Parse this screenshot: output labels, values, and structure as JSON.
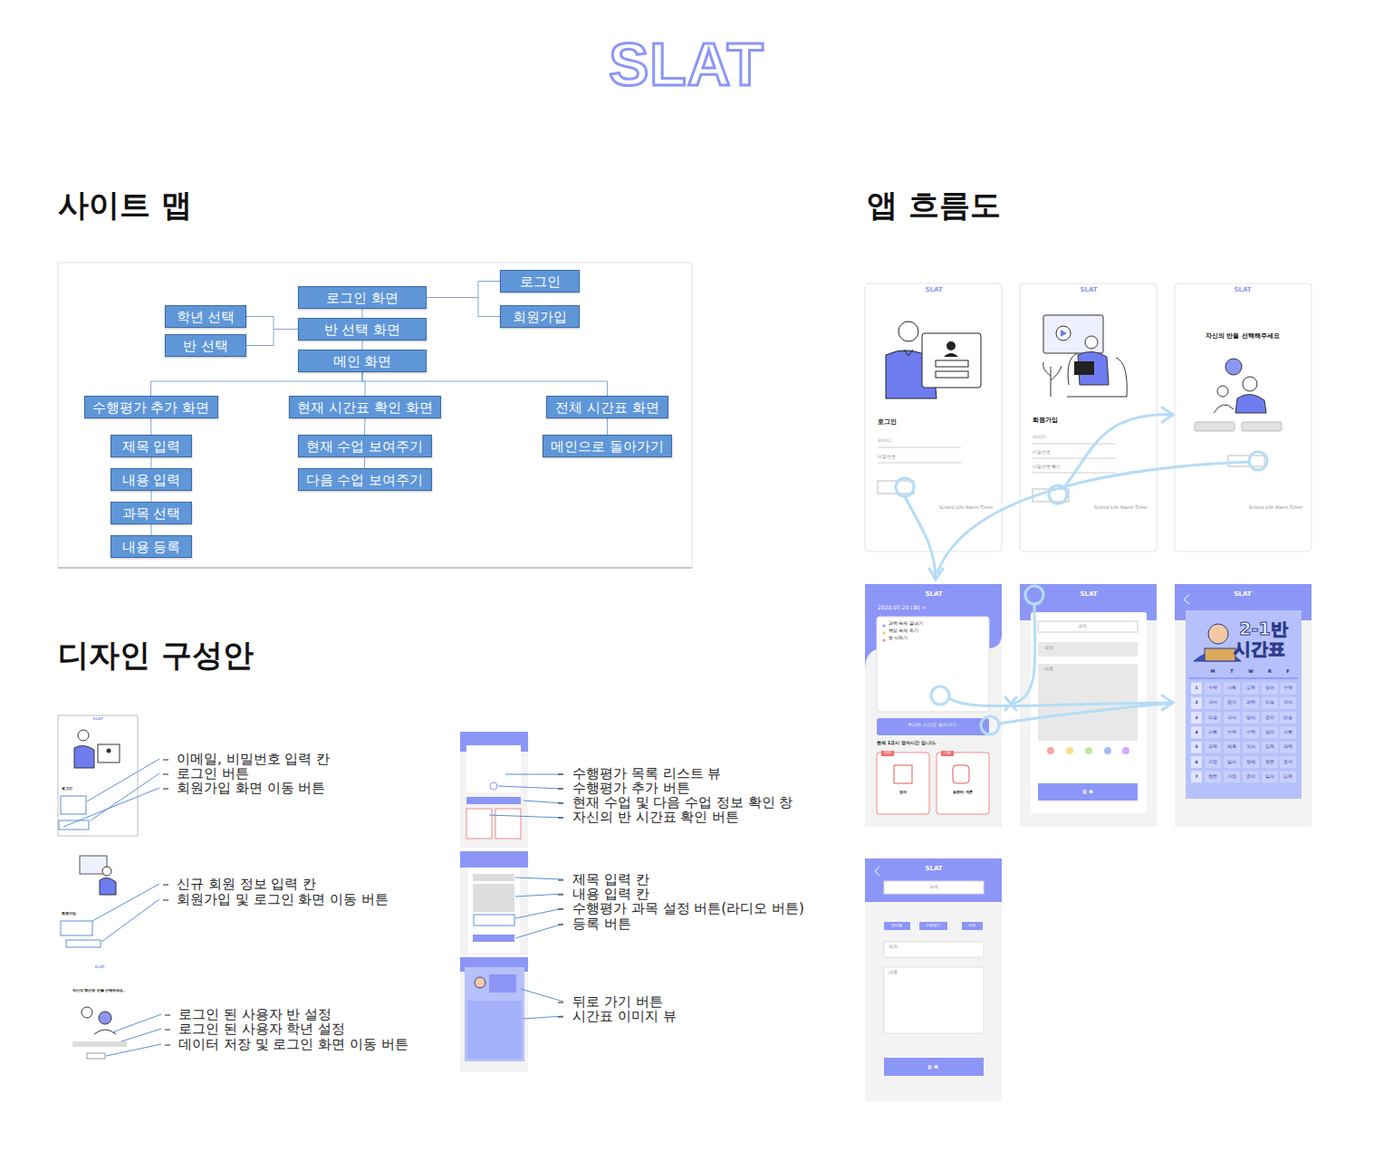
{
  "diagram": {
    "title": "SLAT",
    "nodes": [
      {
        "text": [
          "로그인 화면"
        ]
      },
      {
        "text": [
          "로그인"
        ]
      },
      {
        "text": [
          "회원가입"
        ]
      },
      {
        "text": [
          "학년 선택"
        ]
      },
      {
        "text": [
          "반 선택 화면"
        ]
      },
      {
        "text": [
          "반 선택"
        ]
      },
      {
        "text": [
          "메인 화면"
        ]
      },
      {
        "text": [
          "수행평가 추가 화면"
        ]
      },
      {
        "text": [
          "현재 시간표 확인 화면"
        ]
      },
      {
        "text": [
          "전체 시간표 화면"
        ]
      },
      {
        "text": [
          "제목 입력"
        ]
      },
      {
        "text": [
          "내용 입력"
        ]
      },
      {
        "text": [
          "과목 선택"
        ]
      },
      {
        "text": [
          "내용 등록"
        ]
      },
      {
        "text": [
          "현재 수업 보여주기"
        ]
      },
      {
        "text": [
          "다음 수업 보여주기"
        ]
      },
      {
        "text": [
          "메인으로 돌아가기"
        ]
      }
    ],
    "edges": [
      {
        "from": 0,
        "to": 1,
        "arrow": "none"
      },
      {
        "from": 0,
        "to": 2,
        "arrow": "none"
      },
      {
        "from": 3,
        "to": 4,
        "arrow": "none"
      },
      {
        "from": 5,
        "to": 4,
        "arrow": "none"
      },
      {
        "from": 0,
        "to": 4,
        "arrow": "none"
      },
      {
        "from": 4,
        "to": 6,
        "arrow": "none"
      },
      {
        "from": 6,
        "to": 7,
        "arrow": "none"
      },
      {
        "from": 6,
        "to": 8,
        "arrow": "none"
      },
      {
        "from": 6,
        "to": 9,
        "arrow": "none"
      },
      {
        "from": 7,
        "to": 10,
        "arrow": "none"
      },
      {
        "from": 10,
        "to": 11,
        "arrow": "none"
      },
      {
        "from": 11,
        "to": 12,
        "arrow": "none"
      },
      {
        "from": 12,
        "to": 13,
        "arrow": "none"
      },
      {
        "from": 8,
        "to": 14,
        "arrow": "none"
      },
      {
        "from": 14,
        "to": 15,
        "arrow": "none"
      },
      {
        "from": 9,
        "to": 16,
        "arrow": "none"
      }
    ],
    "labels": [
      "사이트 맵",
      "앱 흐름도",
      "디자인 구성안",
      "이메일, 비밀번호 입력 칸",
      "로그인 버튼",
      "회원가입 화면 이동 버튼",
      "신규 회원 정보 입력 칸",
      "회원가입 및 로그인 화면 이동 버튼",
      "로그인 된 사용자 반 설정",
      "로그인 된 사용자 학년 설정",
      "데이터 저장 및 로그인 화면 이동 버튼",
      "수행평가 목록 리스트 뷰",
      "수행평가 추가 버튼",
      "현재 수업 및 다음 수업 정보 확인 창",
      "자신의 반 시간표 확인 버튼",
      "제목 입력 칸",
      "내용 입력 칸",
      "수행평가 과목 설정 버튼(라디오 버튼)",
      "등록 버튼",
      "뒤로 가기 버튼",
      "시간표 이미지 뷰",
      "SLAT",
      "로그인",
      "아이디",
      "비밀번호",
      "School Life Alarm Timer",
      "SLAT",
      "회원가입",
      "아이디",
      "비밀번호",
      "비밀번호 확인",
      "School Life Alarm Timer",
      "SLAT",
      "자신의 반을 선택해주세요",
      "School Life Alarm Timer",
      "SLAT",
      "2020.07.20 (화) >",
      "과학 숙제 끝내기",
      "책읽 숙제 하기",
      "봉 사하기",
      "우리반 시간표 보러가기",
      "현재 1교시 영어시간 입니다.",
      "현재",
      "다음",
      "영어",
      "컴퓨터 개론",
      "SLAT",
      "과목",
      "제목",
      "내용",
      "등 록",
      "SLAT",
      "2-1반",
      "시간표",
      "SLAT",
      "과목",
      "준비물",
      "수행평가",
      "숙제",
      "제목",
      "내용",
      "등 록",
      "M",
      "T",
      "W",
      "R",
      "F",
      "1",
      "수학",
      "사회",
      "도덕",
      "영어",
      "수학",
      "2",
      "국어",
      "음악",
      "과학",
      "미술",
      "국어",
      "3",
      "미술",
      "국어",
      "영어",
      "음악",
      "미술",
      "4",
      "사회",
      "수학",
      "수학",
      "영어",
      "사회",
      "5",
      "과학",
      "체육",
      "국어",
      "도덕",
      "과학",
      "6",
      "가정",
      "일어",
      "창체",
      "창문",
      "음악",
      "7",
      "창문",
      "가정",
      "음악",
      "일어",
      "도덕",
      "SLAT",
      "로그인",
      "회원가입",
      "SLAT",
      "자신의 학년과 반을 선택하세요."
    ]
  }
}
